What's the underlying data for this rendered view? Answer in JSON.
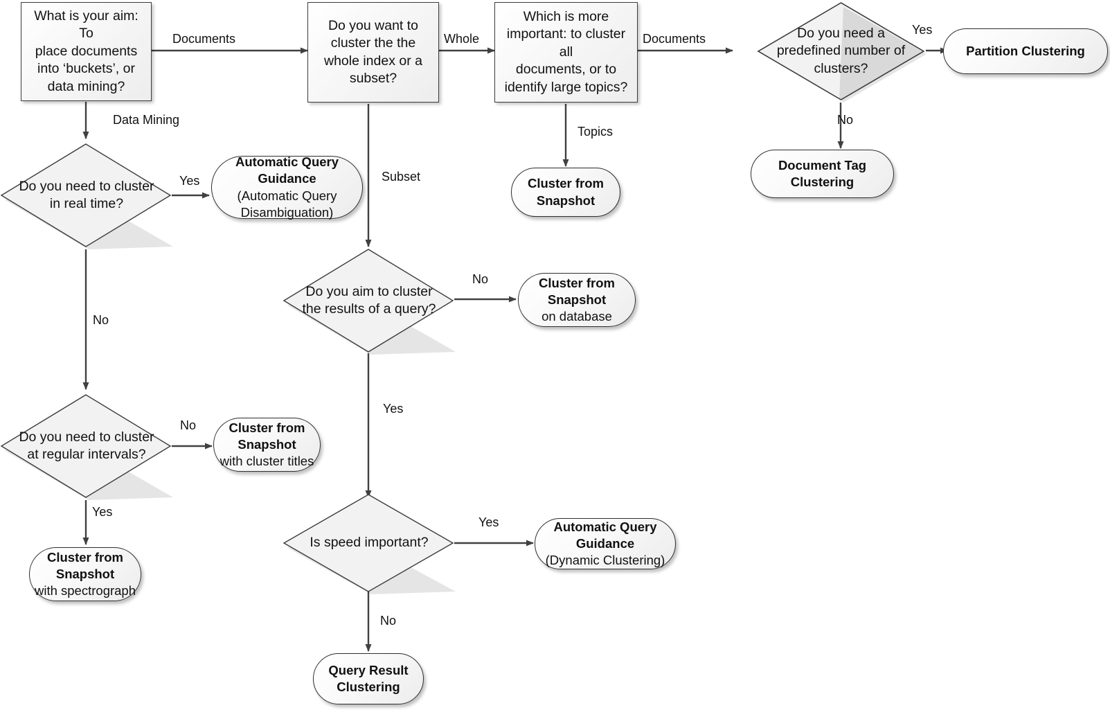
{
  "diagram": {
    "title": "Clustering decision flowchart",
    "colors": {
      "node_fill": "#f4f4f4",
      "node_border": "#3b3b3b",
      "edge": "#404040",
      "text": "#111111",
      "background": "#ffffff"
    },
    "nodes": [
      {
        "id": "aim",
        "type": "process",
        "lines": [
          "What is your aim: To",
          "place documents",
          "into ‘buckets’, or",
          "data mining?"
        ]
      },
      {
        "id": "whole_or_subset",
        "type": "process",
        "lines": [
          "Do you want to",
          "cluster the the",
          "whole index or a",
          "subset?"
        ]
      },
      {
        "id": "more_important",
        "type": "process",
        "lines": [
          "Which is more",
          "important: to cluster all",
          "documents, or to",
          "identify large topics?"
        ]
      },
      {
        "id": "predefined_clusters",
        "type": "decision",
        "lines": [
          "Do you need a",
          "predefined number of",
          "clusters?"
        ]
      },
      {
        "id": "partition_clustering",
        "type": "terminator",
        "bold_lines": [
          "Partition Clustering"
        ],
        "normal_lines": []
      },
      {
        "id": "document_tag_clustering",
        "type": "terminator",
        "bold_lines": [
          "Document Tag",
          "Clustering"
        ],
        "normal_lines": []
      },
      {
        "id": "real_time",
        "type": "decision",
        "lines": [
          "Do you need to cluster",
          "in real time?"
        ]
      },
      {
        "id": "aqg_disambiguation",
        "type": "terminator",
        "bold_lines": [
          "Automatic Query",
          "Guidance"
        ],
        "normal_lines": [
          "(Automatic Query",
          "Disambiguation)"
        ]
      },
      {
        "id": "cluster_snapshot_topics",
        "type": "terminator",
        "bold_lines": [
          "Cluster from",
          "Snapshot"
        ],
        "normal_lines": []
      },
      {
        "id": "results_of_query",
        "type": "decision",
        "lines": [
          "Do you aim to cluster",
          "the results of a query?"
        ]
      },
      {
        "id": "cluster_snapshot_db",
        "type": "terminator",
        "bold_lines": [
          "Cluster from",
          "Snapshot"
        ],
        "normal_lines": [
          "on database"
        ]
      },
      {
        "id": "regular_intervals",
        "type": "decision",
        "lines": [
          "Do you need to cluster",
          "at regular intervals?"
        ]
      },
      {
        "id": "cluster_snapshot_titles",
        "type": "terminator",
        "bold_lines": [
          "Cluster from",
          "Snapshot"
        ],
        "normal_lines": [
          "with cluster titles"
        ]
      },
      {
        "id": "cluster_snapshot_spectrograph",
        "type": "terminator",
        "bold_lines": [
          "Cluster from",
          "Snapshot"
        ],
        "normal_lines": [
          "with spectrograph"
        ]
      },
      {
        "id": "speed_important",
        "type": "decision",
        "lines": [
          "Is speed important?"
        ]
      },
      {
        "id": "aqg_dynamic",
        "type": "terminator",
        "bold_lines": [
          "Automatic Query",
          "Guidance"
        ],
        "normal_lines": [
          "(Dynamic Clustering)"
        ]
      },
      {
        "id": "query_result_clustering",
        "type": "terminator",
        "bold_lines": [
          "Query Result",
          "Clustering"
        ],
        "normal_lines": []
      }
    ],
    "edge_labels": {
      "documents_1": "Documents",
      "data_mining": "Data Mining",
      "whole": "Whole",
      "subset": "Subset",
      "documents_2": "Documents",
      "topics": "Topics",
      "yes_predefined": "Yes",
      "no_predefined": "No",
      "yes_realtime": "Yes",
      "no_realtime": "No",
      "no_query": "No",
      "yes_query": "Yes",
      "no_intervals": "No",
      "yes_intervals": "Yes",
      "yes_speed": "Yes",
      "no_speed": "No"
    },
    "node_text": {
      "aim_l1": "What is your aim: To",
      "aim_l2": "place documents",
      "aim_l3": "into ‘buckets’, or",
      "aim_l4": "data mining?",
      "wos_l1": "Do you want to",
      "wos_l2": "cluster the the",
      "wos_l3": "whole index or a",
      "wos_l4": "subset?",
      "mi_l1": "Which is more",
      "mi_l2": "important: to cluster all",
      "mi_l3": "documents, or to",
      "mi_l4": "identify large topics?",
      "pdc_l1": "Do you need a",
      "pdc_l2": "predefined number of",
      "pdc_l3": "clusters?",
      "pc_l1": "Partition Clustering",
      "dtc_l1": "Document Tag",
      "dtc_l2": "Clustering",
      "rt_l1": "Do you need to cluster",
      "rt_l2": "in real time?",
      "aqgd_l1": "Automatic Query",
      "aqgd_l2": "Guidance",
      "aqgd_l3": "(Automatic Query",
      "aqgd_l4": "Disambiguation)",
      "cst_l1": "Cluster from",
      "cst_l2": "Snapshot",
      "roq_l1": "Do you aim to cluster",
      "roq_l2": "the results of a query?",
      "csdb_l1": "Cluster from",
      "csdb_l2": "Snapshot",
      "csdb_l3": "on database",
      "ri_l1": "Do you need to cluster",
      "ri_l2": "at regular intervals?",
      "csct_l1": "Cluster from",
      "csct_l2": "Snapshot",
      "csct_l3": "with cluster titles",
      "cssp_l1": "Cluster from",
      "cssp_l2": "Snapshot",
      "cssp_l3": "with spectrograph",
      "si_l1": "Is speed important?",
      "aqgdy_l1": "Automatic Query",
      "aqgdy_l2": "Guidance",
      "aqgdy_l3": "(Dynamic Clustering)",
      "qrc_l1": "Query Result",
      "qrc_l2": "Clustering"
    }
  }
}
